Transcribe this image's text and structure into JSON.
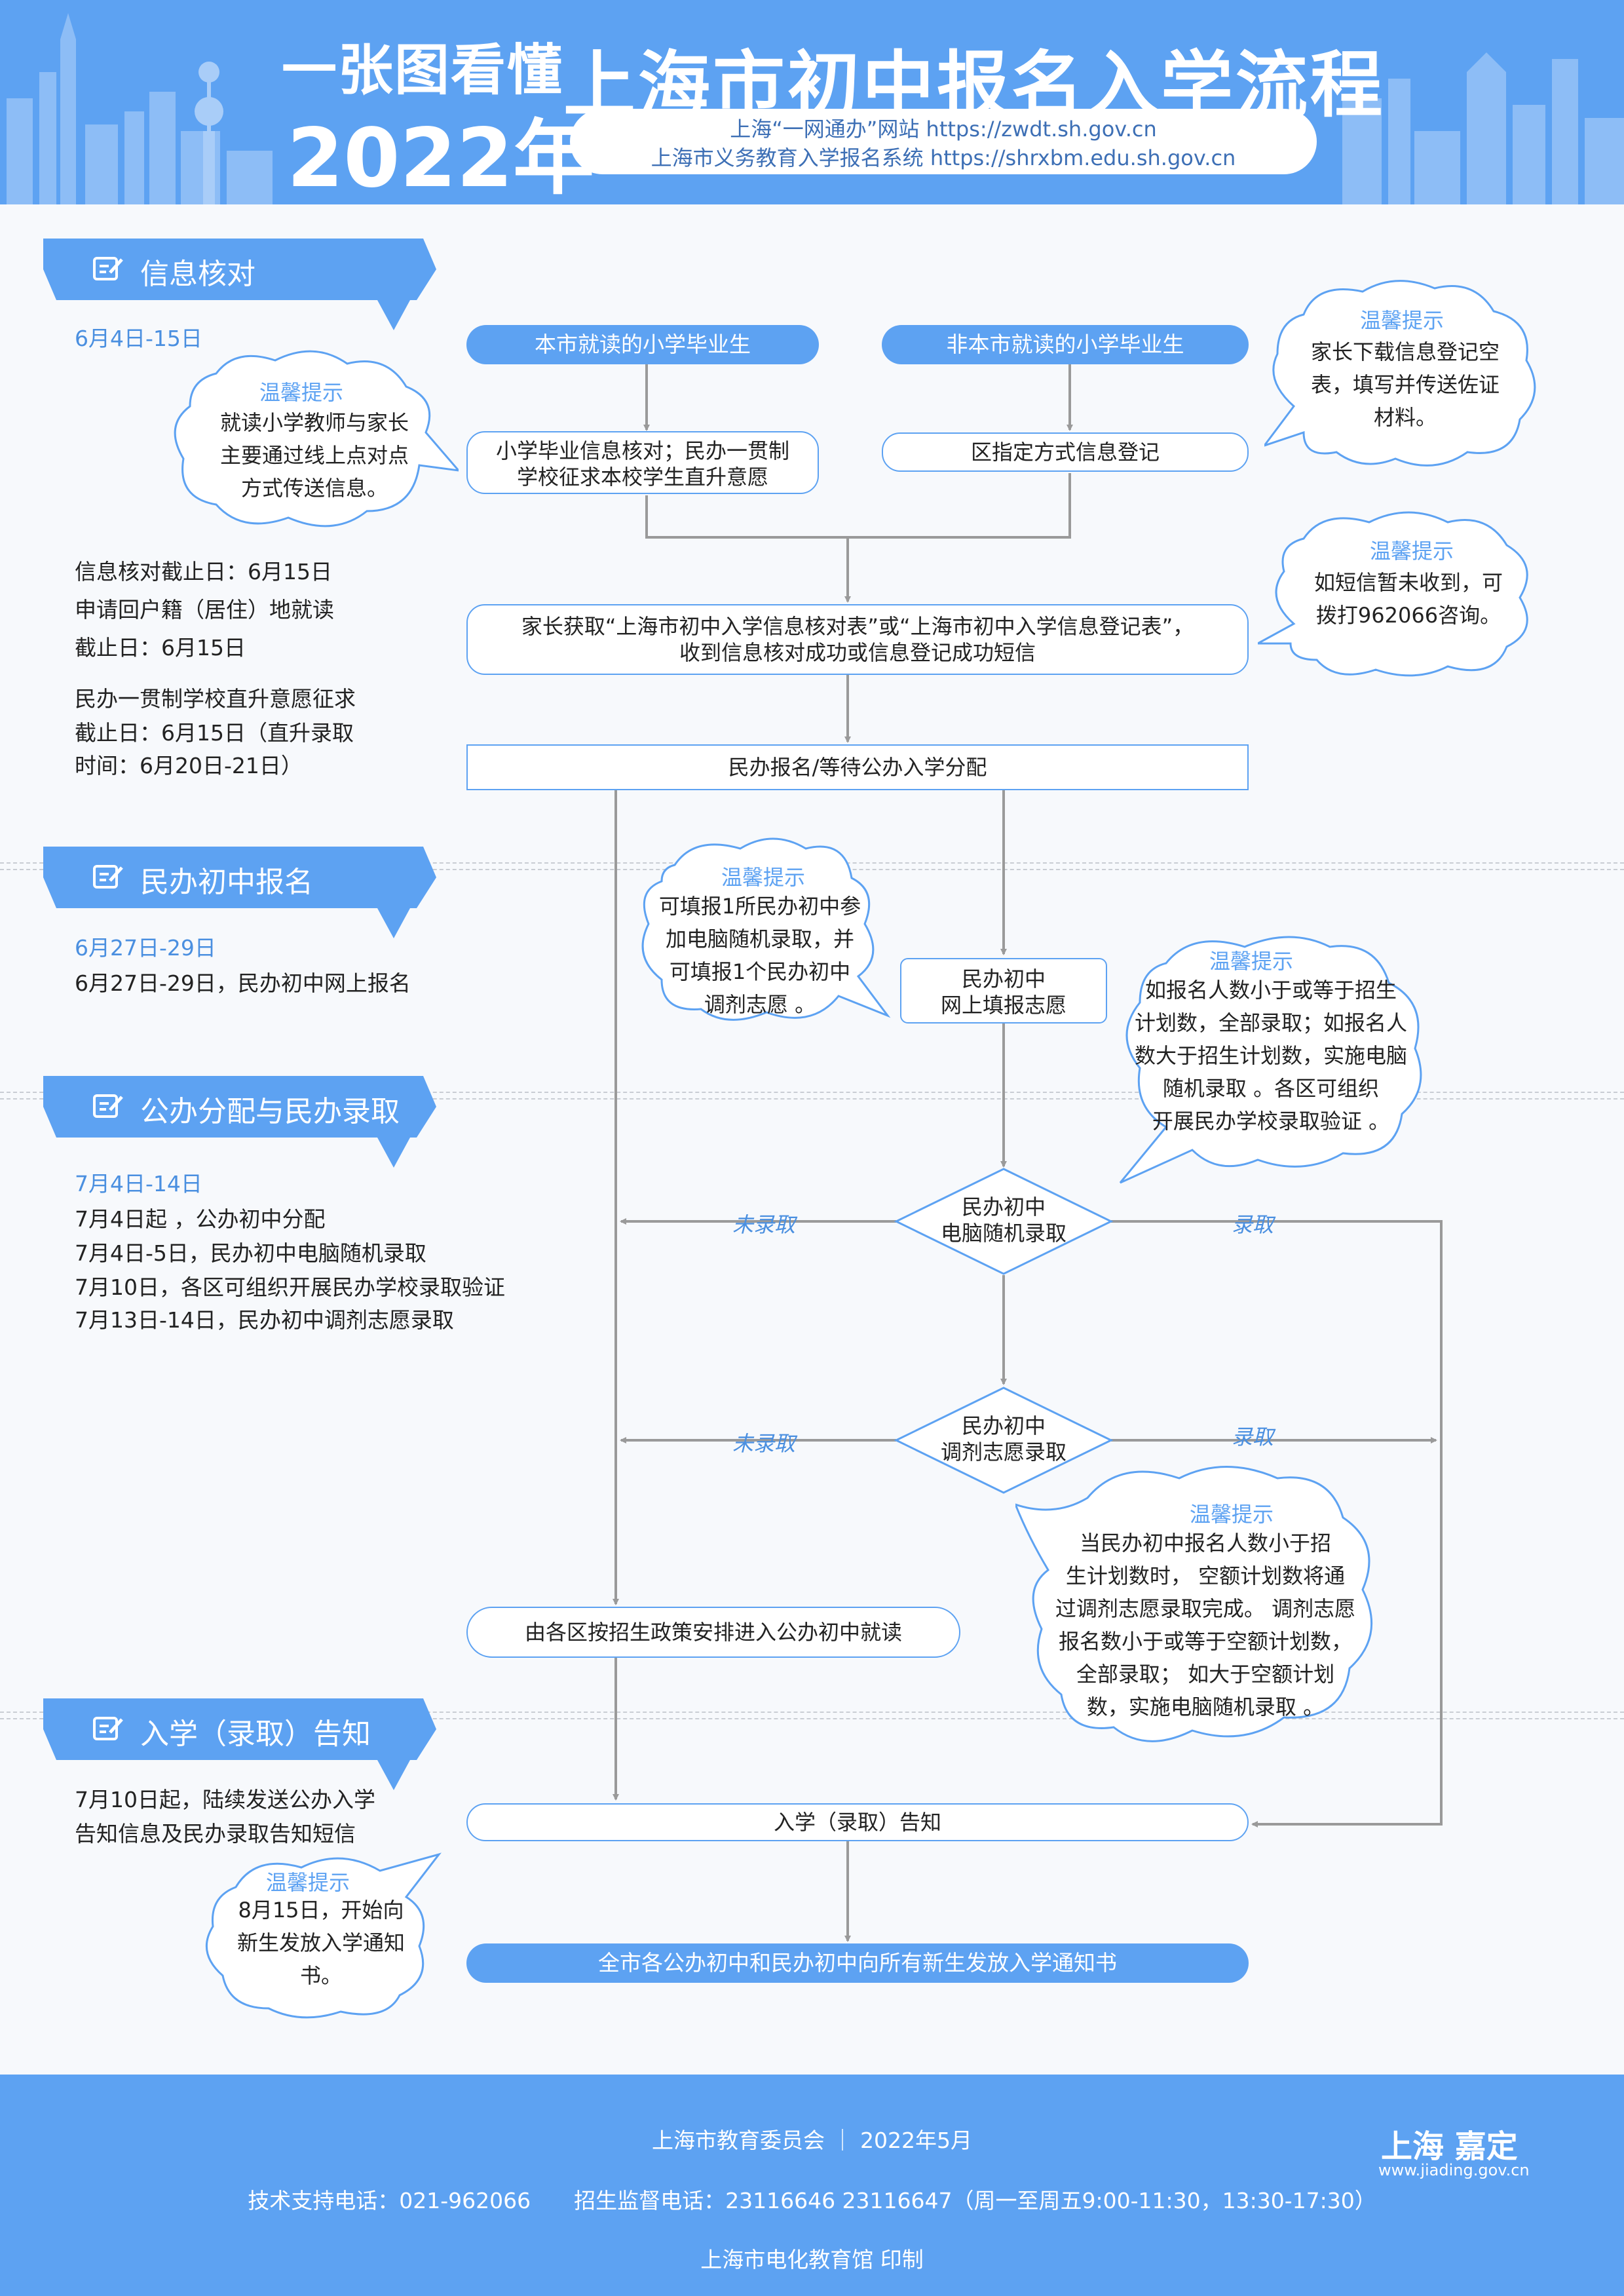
{
  "header": {
    "small_title": "一张图看懂",
    "year": "2022年",
    "main_title": "上海市初中报名入学流程",
    "links": [
      "上海“一网通办”网站 https://zwdt.sh.gov.cn",
      "上海市义务教育入学报名系统 https://shrxbm.edu.sh.gov.cn"
    ]
  },
  "sections": [
    {
      "title": "信息核对"
    },
    {
      "title": "民办初中报名"
    },
    {
      "title": "公办分配与民办录取"
    },
    {
      "title": "入学（录取）告知"
    }
  ],
  "left": {
    "s1_date": "6月4日-15日",
    "s1_lines": [
      "信息核对截止日：6月15日",
      "申请回户籍（居住）地就读",
      "截止日：6月15日",
      "民办一贯制学校直升意愿征求",
      "截止日：6月15日（直升录取",
      "时间：6月20日-21日）"
    ],
    "s2_date": "6月27日-29日",
    "s2_line": "6月27日-29日，民办初中网上报名",
    "s3_date": "7月4日-14日",
    "s3_lines": [
      "7月4日起 ，公办初中分配",
      "7月4日-5日，民办初中电脑随机录取",
      "7月10日，各区可组织开展民办学校录取验证",
      "7月13日-14日，民办初中调剂志愿录取"
    ],
    "s4_lines": [
      "7月10日起，陆续发送公办入学",
      "告知信息及民办录取告知短信"
    ]
  },
  "flow": {
    "local_grad": "本市就读的小学毕业生",
    "nonlocal_grad": "非本市就读的小学毕业生",
    "local_step": [
      "小学毕业信息核对；民办一贯制",
      "学校征求本校学生直升意愿"
    ],
    "nonlocal_step": "区指定方式信息登记",
    "parent_get": [
      "家长获取“上海市初中入学信息核对表”或“上海市初中入学信息登记表”，",
      "收到信息核对成功或信息登记成功短信"
    ],
    "choose": "民办报名/等待公办入学分配",
    "private_apply": [
      "民办初中",
      "网上填报志愿"
    ],
    "random_admit": [
      "民办初中",
      "电脑随机录取"
    ],
    "adjust_admit": [
      "民办初中",
      "调剂志愿录取"
    ],
    "public_assign": "由各区按招生政策安排进入公办初中就读",
    "notice": "入学（录取）告知",
    "final": "全市各公办初中和民办初中向所有新生发放入学通知书",
    "not_admitted": "未录取",
    "admitted": "录取"
  },
  "tips": {
    "title": "温馨提示",
    "t1": [
      "就读小学教师与家长",
      "主要通过线上点对点",
      "方式传送信息。"
    ],
    "t2": [
      "家长下载信息登记空",
      "表，填写并传送佐证",
      "材料。"
    ],
    "t3": [
      "如短信暂未收到，可",
      "拨打962066咨询。"
    ],
    "t4": [
      "可填报1所民办初中参",
      "加电脑随机录取，并",
      "可填报1个民办初中",
      "调剂志愿 。"
    ],
    "t5": [
      "如报名人数小于或等于招生",
      "计划数，全部录取；如报名人",
      "数大于招生计划数，实施电脑",
      "随机录取 。各区可组织",
      "开展民办学校录取验证 。"
    ],
    "t6": [
      "当民办初中报名人数小于招",
      "生计划数时， 空额计划数将通",
      "过调剂志愿录取完成。 调剂志愿",
      "报名数小于或等于空额计划数，",
      "全部录取； 如大于空额计划",
      "数，实施电脑随机录取 。"
    ],
    "t7": [
      "8月15日，开始向",
      "新生发放入学通知",
      "书。"
    ]
  },
  "footer": {
    "org": "上海市教育委员会 ｜ 2022年5月",
    "phones": "技术支持电话：021-962066　　招生监督电话：23116646  23116647（周一至周五9:00-11:30，13:30-17:30）",
    "printer": "上海市电化教育馆  印制",
    "logo_text": "上海 嘉定",
    "logo_url": "www.jiading.gov.cn"
  },
  "colors": {
    "accent": "#5da2f2",
    "header_bg": "#5da2f2",
    "line": "#9a9a9a",
    "edge_label": "#4a8fe0"
  }
}
